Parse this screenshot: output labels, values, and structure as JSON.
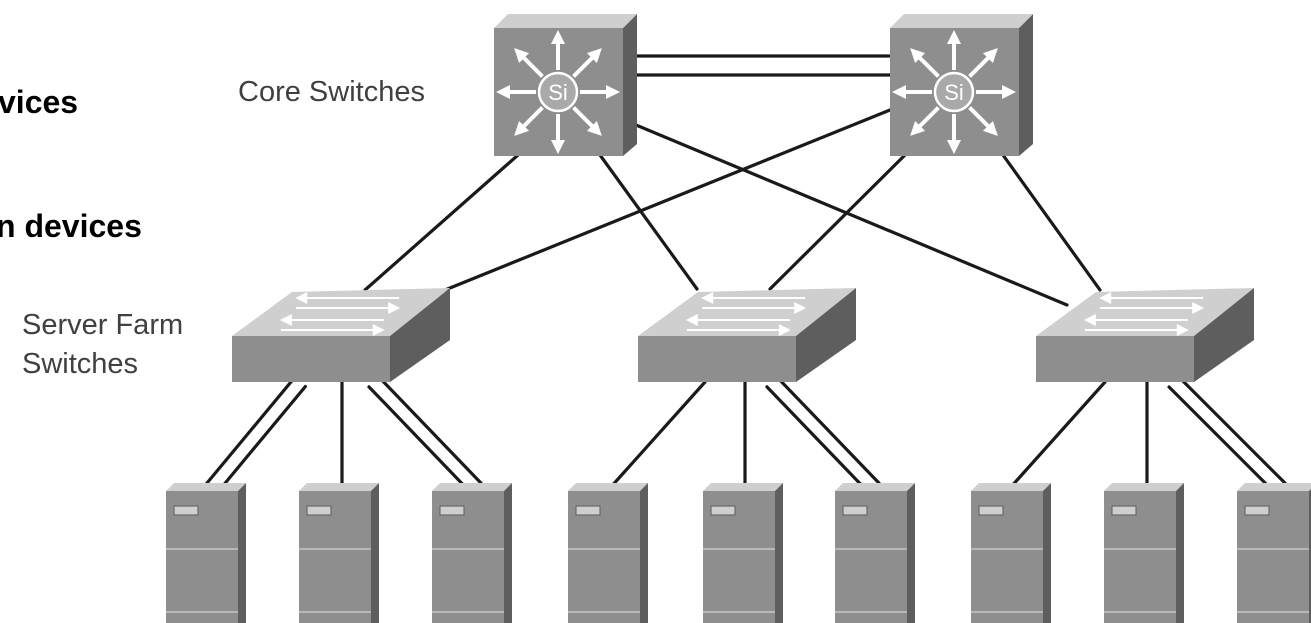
{
  "bullets": {
    "line1": "vices",
    "line2": "n devices"
  },
  "labels": {
    "core_switches": "Core Switches",
    "server_farm_line1": "Server Farm",
    "server_farm_line2": "Switches"
  },
  "core_switch_badge": "Si",
  "colors": {
    "device_front": "#8e8e8e",
    "device_top": "#cfcfcf",
    "device_side": "#5e5e5e",
    "link": "#1a1a1a",
    "label": "#404040"
  },
  "icons": {
    "core_switch": "multilayer-switch-icon",
    "server_farm_switch": "workgroup-switch-icon",
    "server": "server-tower-icon"
  }
}
